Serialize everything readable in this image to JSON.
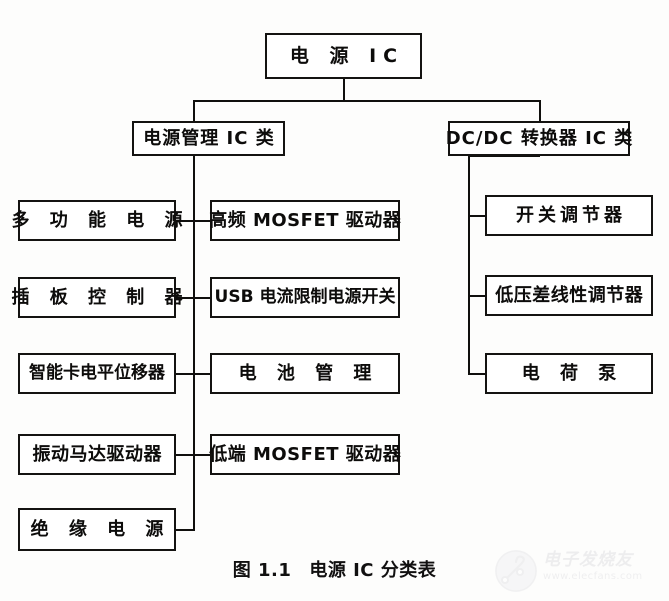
{
  "figure": {
    "caption_number": "图 1.1",
    "caption_title": "电源 IC 分类表"
  },
  "diagram": {
    "type": "tree",
    "root": {
      "label": "电 源 IC"
    },
    "branches": [
      {
        "label": "电源管理 IC 类",
        "children_left": [
          {
            "label": "多 功 能 电 源"
          },
          {
            "label": "插 板 控 制 器"
          },
          {
            "label": "智能卡电平位移器"
          },
          {
            "label": "振动马达驱动器"
          },
          {
            "label": "绝 缘 电 源"
          }
        ],
        "children_right": [
          {
            "label": "高频 MOSFET 驱动器"
          },
          {
            "label": "USB 电流限制电源开关"
          },
          {
            "label": "电 池 管 理"
          },
          {
            "label": "低端 MOSFET 驱动器"
          }
        ]
      },
      {
        "label": "DC/DC 转换器 IC 类",
        "children_right": [
          {
            "label": "开关调节器"
          },
          {
            "label": "低压差线性调节器"
          },
          {
            "label": "电 荷 泵"
          }
        ]
      }
    ]
  },
  "watermark": {
    "site_name": "电子发烧友",
    "url": "www.elecfans.com"
  },
  "colors": {
    "ink": "#100f0d",
    "paper": "#fdfdfc",
    "watermark": "#c9c9cf"
  }
}
